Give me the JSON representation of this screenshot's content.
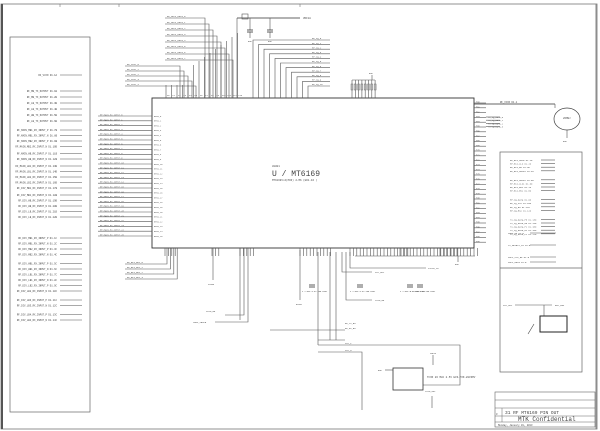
{
  "schematic": {
    "chip": {
      "ref": "U1001",
      "name": "U / MT6169",
      "subtitle": "MT6169V/A(PIN) 2-M6 (GD1-16 )"
    },
    "title_block": {
      "title": "31 RF MT6169 PIN OUT",
      "confidential": "MTK Confidential",
      "footer": "Monday, January 01, 2013",
      "size_label": "C"
    },
    "left_nets": [
      "RF_VCXO  D1.1A",
      "RF_MB_TX_OUTPUT  D1.1B",
      "RF_MB_TX_OUTPUT  D1.2B",
      "RF_LB_TX_OUTPUT  D1.3B",
      "RF_LB_TX_OUTPUT  D1.4B",
      "RF_HB_TX_OUTPUT  D1.5B",
      "RF_LB_TX_OUTPUT  D1.6B",
      "RF_MAIN_MB1_RX_INPUT_P  D1.7B",
      "RF_MAIN_MB1_RX_INPUT_N  D1.8B",
      "RF_MAIN_MB2_RX_INPUT_P  D1.9B",
      "RF_MAIN_MB2_RX_INPUT_N  D1.10B",
      "RF_MAIN_HB_RX_INPUT_P  D1.11B",
      "RF_MAIN_HB_RX_INPUT_N  D1.12B",
      "RF_MAIN_LB1_RX_INPUT_P  D1.13B",
      "RF_MAIN_LB1_RX_INPUT_N  D1.14B",
      "RF_MAIN_LB2_RX_INPUT_P  D1.15B",
      "RF_MAIN_LB2_RX_INPUT_N  D1.16B",
      "RF_DIV_MB1_RX_INPUT_P  D1.17B",
      "RF_DIV_MB1_RX_INPUT_N  D1.18B",
      "RF_DIV_HB_RX_INPUT_P  D1.19B",
      "RF_DIV_HB_RX_INPUT_N  D1.20B",
      "RF_DIV_LB_RX_INPUT_P  D1.21B",
      "RF_DIV_LB_RX_INPUT_N  D1.22B"
    ],
    "left_nets_lower": [
      "RF_DIV_MB1_RX_INPUT_P  D1.1C",
      "RF_DIV_MB1_RX_INPUT_N  D1.2C",
      "RF_DIV_MB2_RX_INPUT_P  D1.3C",
      "RF_DIV_MB2_RX_INPUT_N  D1.4C",
      "RF_DIV_HB1_RX_INPUT_P  D1.5C",
      "RF_DIV_HB1_RX_INPUT_N  D1.6C",
      "RF_DIV_LB1_RX_INPUT_P  D1.7C",
      "RF_DIV_LB1_RX_INPUT_N  D1.8C",
      "RF_DIV_LB2_RX_INPUT_P  D1.9C",
      "RF_DIV_LB2_RX_INPUT_N  D1.10C",
      "RF_DIV_LB3_RX_INPUT_P  D1.11C",
      "RF_DIV_LB3_RX_INPUT_N  D1.12C",
      "RF_DIV_LB4_RX_INPUT_P  D1.13C",
      "RF_DIV_LB4_RX_INPUT_N  D1.14C"
    ],
    "right_nets": [
      "RF_BSI_DATA  D1.1D",
      "RF_BSI_CLK  D1.2D",
      "RF_BSI_EN  D1.3D",
      "RF_BSI_DATA1  D1.4D",
      "RF_BSI_DATA2  D1.5D",
      "RF_BSI_CLK1  D1.6D",
      "RF_BSI_EN1  D1.7D",
      "RF_BSI_EN2  D1.8D",
      "RF_IQ_DATA  D1.9D",
      "RF_IQ_CLK  D1.10D",
      "RF_IQ_EN  D1.11D",
      "RF_IQ_EN2  D1.12D",
      "TX_IQ_DATA_P0  D1.13D",
      "TX_IQ_DATA_N0  D1.14D",
      "TX_IQ_DATA_P1  D1.15D",
      "TX_IQ_DATA_N1  D1.16D",
      "TX_IQ_DATA_P2  D1.17D"
    ],
    "right_singles": [
      "VREF_RF  D1.E",
      "TX_DETECT_IN  D1.E",
      "MIPI_CLK_RF  D1.E",
      "MIPI_DATA  D1.E"
    ],
    "misc_labels": {
      "vcxo": "RF_VCXO  D1.1",
      "crystal": "26MHz",
      "tcxo_part": "TCXO 26 MHz 2.5V ECS-TXO-20CSMV",
      "gnd": "GND",
      "pwr": "VRF18",
      "cap_value": "C 1.0uF 6.3V X5R 0402",
      "temp_sense": "TEMP_SENSE",
      "clk_out": "CLK_OUT",
      "vcxo_en": "VCXO_EN",
      "afc": "AFC_DAC"
    }
  }
}
